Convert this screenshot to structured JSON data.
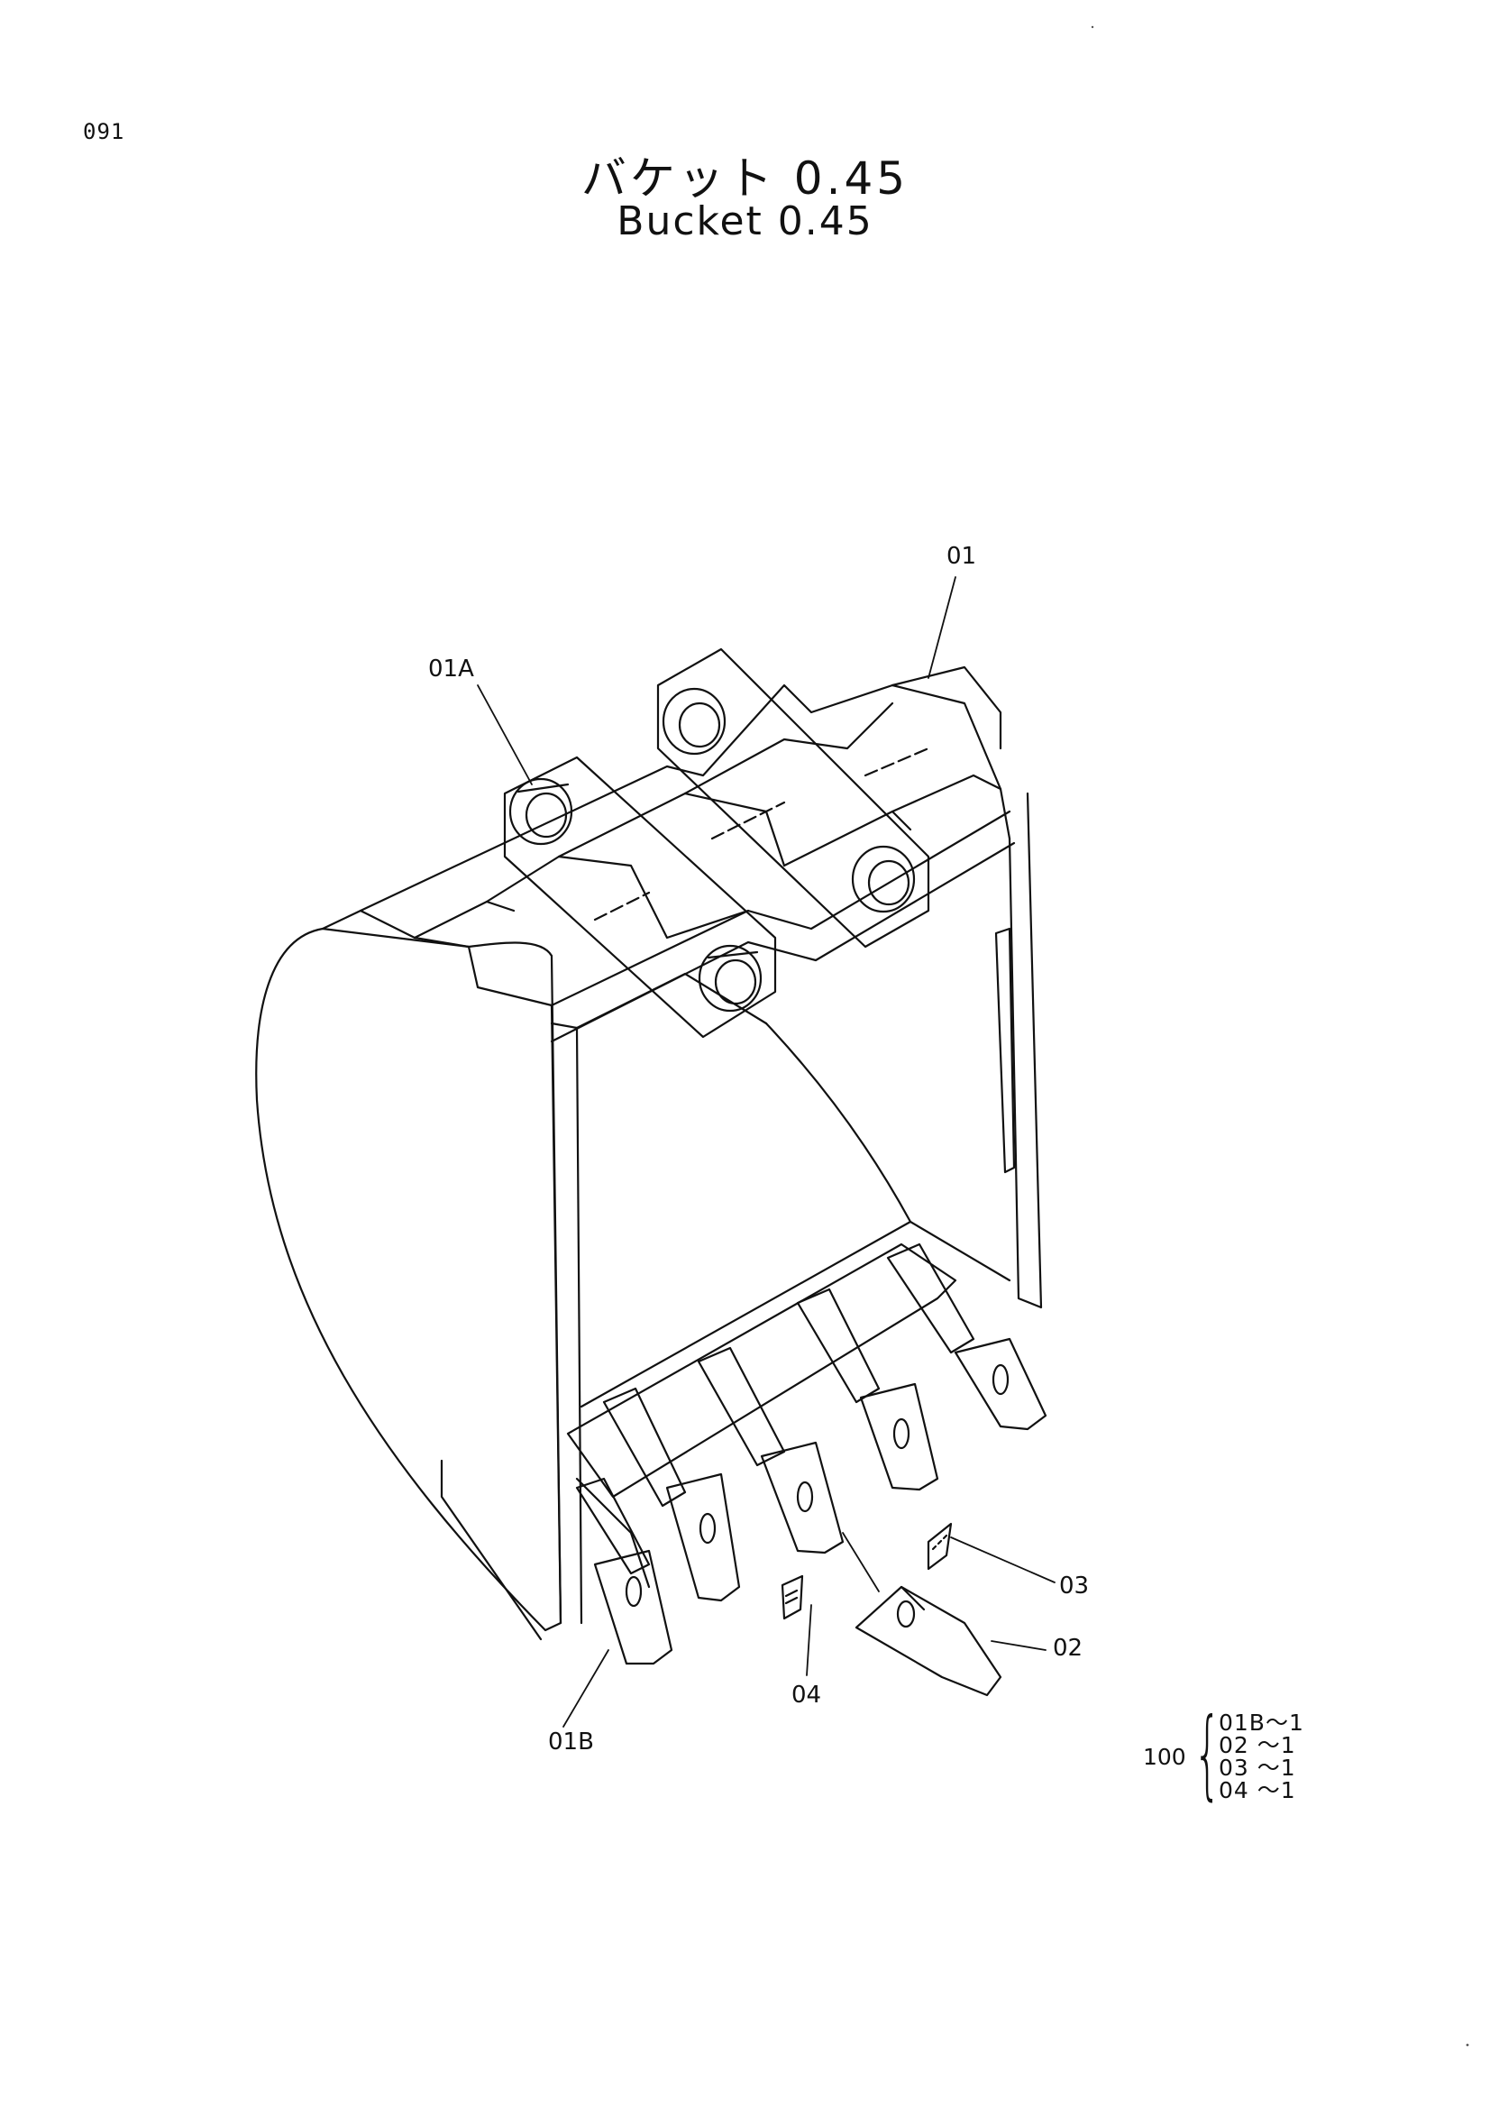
{
  "page_number": "091",
  "title_jp": "バケット 0.45",
  "title_en": "Bucket 0.45",
  "callouts": {
    "c01": "01",
    "c01a": "01A",
    "c01b": "01B",
    "c02": "02",
    "c03": "03",
    "c04": "04"
  },
  "kit": {
    "quantity_label": "100",
    "items": [
      "01B〜1",
      "02 〜1",
      "03 〜1",
      "04 〜1"
    ]
  }
}
